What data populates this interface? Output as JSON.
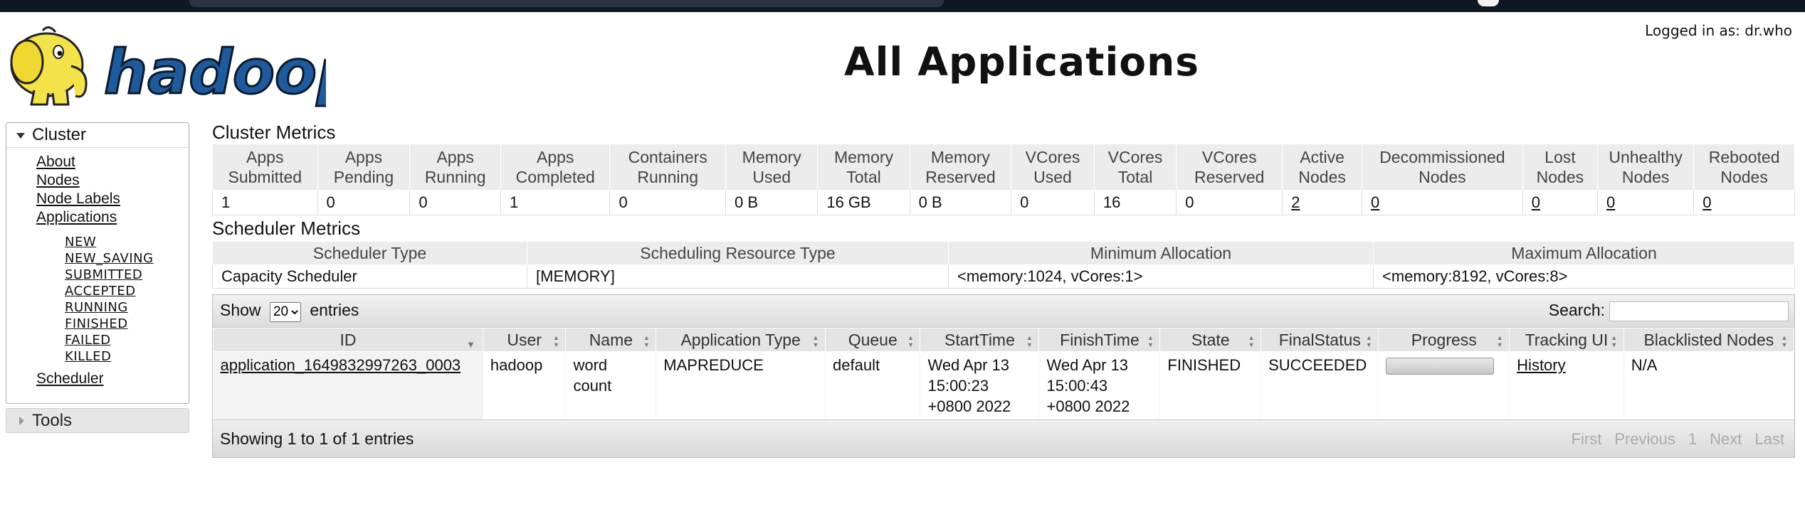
{
  "header": {
    "title": "All Applications",
    "logged_in": "Logged in as: dr.who",
    "logo_text": "hadoop"
  },
  "sidebar": {
    "cluster_label": "Cluster",
    "links": [
      "About",
      "Nodes",
      "Node Labels",
      "Applications"
    ],
    "app_states": [
      "NEW",
      "NEW_SAVING",
      "SUBMITTED",
      "ACCEPTED",
      "RUNNING",
      "FINISHED",
      "FAILED",
      "KILLED"
    ],
    "scheduler_label": "Scheduler",
    "tools_label": "Tools"
  },
  "cluster_metrics": {
    "title": "Cluster Metrics",
    "headers": [
      [
        "Apps",
        "Submitted"
      ],
      [
        "Apps",
        "Pending"
      ],
      [
        "Apps",
        "Running"
      ],
      [
        "Apps",
        "Completed"
      ],
      [
        "Containers",
        "Running"
      ],
      [
        "Memory",
        "Used"
      ],
      [
        "Memory",
        "Total"
      ],
      [
        "Memory",
        "Reserved"
      ],
      [
        "VCores",
        "Used"
      ],
      [
        "VCores",
        "Total"
      ],
      [
        "VCores",
        "Reserved"
      ],
      [
        "Active",
        "Nodes"
      ],
      [
        "Decommissioned",
        "Nodes"
      ],
      [
        "Lost",
        "Nodes"
      ],
      [
        "Unhealthy",
        "Nodes"
      ],
      [
        "Rebooted",
        "Nodes"
      ]
    ],
    "values": [
      "1",
      "0",
      "0",
      "1",
      "0",
      "0 B",
      "16 GB",
      "0 B",
      "0",
      "16",
      "0",
      "2",
      "0",
      "0",
      "0",
      "0"
    ]
  },
  "scheduler_metrics": {
    "title": "Scheduler Metrics",
    "headers": [
      "Scheduler Type",
      "Scheduling Resource Type",
      "Minimum Allocation",
      "Maximum Allocation"
    ],
    "values": [
      "Capacity Scheduler",
      "[MEMORY]",
      "<memory:1024, vCores:1>",
      "<memory:8192, vCores:8>"
    ]
  },
  "apps_table": {
    "show_label": "Show",
    "entries_label": "entries",
    "page_size": "20",
    "search_label": "Search:",
    "headers": [
      "ID",
      "User",
      "Name",
      "Application Type",
      "Queue",
      "StartTime",
      "FinishTime",
      "State",
      "FinalStatus",
      "Progress",
      "Tracking UI",
      "Blacklisted Nodes"
    ],
    "rows": [
      {
        "id": "application_1649832997263_0003",
        "user": "hadoop",
        "name": "word count",
        "type": "MAPREDUCE",
        "queue": "default",
        "start": "Wed Apr 13 15:00:23 +0800 2022",
        "finish": "Wed Apr 13 15:00:43 +0800 2022",
        "state": "FINISHED",
        "final_status": "SUCCEEDED",
        "progress": 1.0,
        "tracking": "History",
        "blacklisted": "N/A"
      }
    ],
    "info": "Showing 1 to 1 of 1 entries",
    "pager": [
      "First",
      "Previous",
      "1",
      "Next",
      "Last"
    ]
  }
}
